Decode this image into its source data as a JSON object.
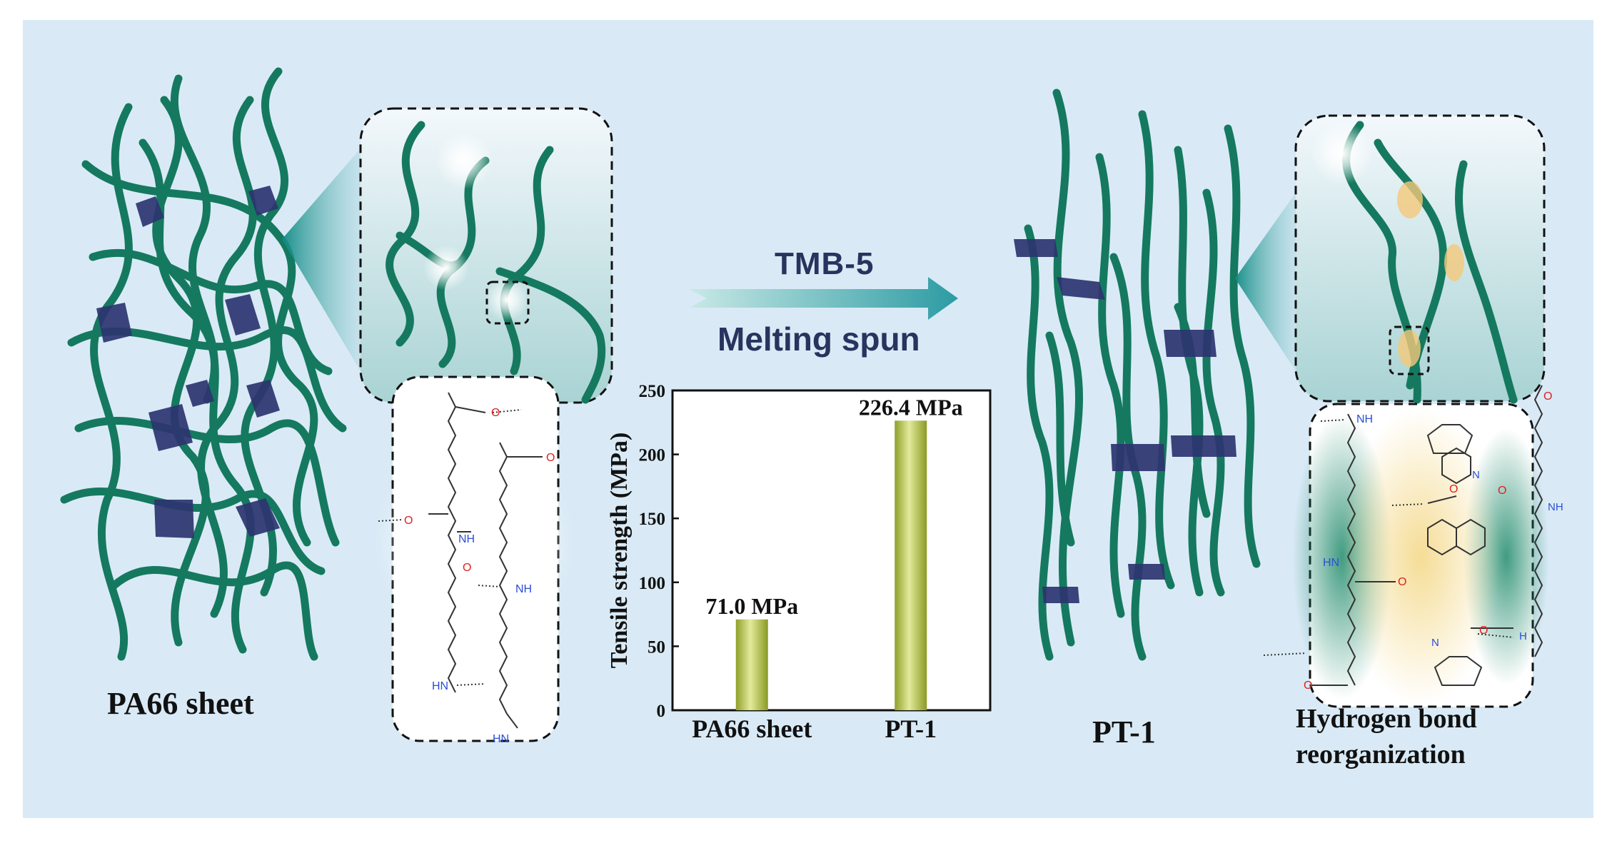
{
  "labels": {
    "pa66_sheet": "PA66 sheet",
    "pt1": "PT-1",
    "hbond_line1": "Hydrogen bond",
    "hbond_line2": "reorganization"
  },
  "process": {
    "reagent": "TMB-5",
    "method": "Melting spun"
  },
  "chem": {
    "o": "O",
    "nh": "NH",
    "hn": "HN",
    "n": "N",
    "h": "H"
  },
  "colors": {
    "background": "#d9eaf6",
    "fiber": "#15795f",
    "crystal": "#2d3470",
    "bar": "#b4c24a",
    "arrow": "#3aa3a8"
  },
  "chart_data": {
    "type": "bar",
    "categories": [
      "PA66 sheet",
      "PT-1"
    ],
    "values": [
      71.0,
      226.4
    ],
    "data_labels": [
      "71.0 MPa",
      "226.4 MPa"
    ],
    "title": "",
    "xlabel": "",
    "ylabel": "Tensile strength (MPa)",
    "ylim": [
      0,
      250
    ],
    "yticks": [
      0,
      50,
      100,
      150,
      200,
      250
    ],
    "grid": false
  }
}
